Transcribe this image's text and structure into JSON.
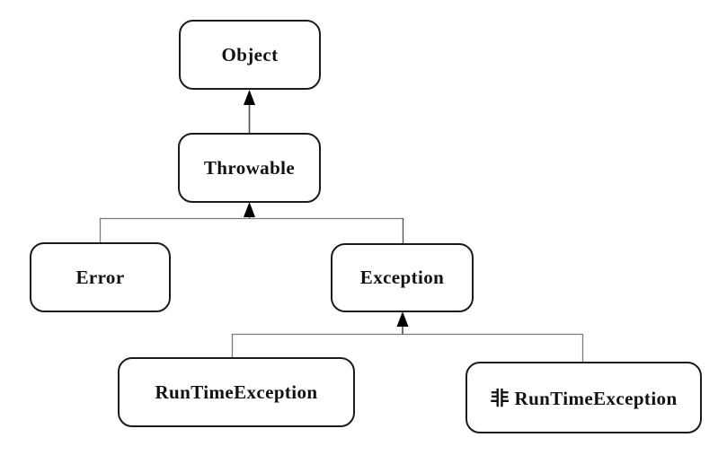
{
  "diagram": {
    "type": "class-hierarchy-tree",
    "nodes": {
      "object": {
        "label": "Object"
      },
      "throwable": {
        "label": "Throwable"
      },
      "error": {
        "label": "Error"
      },
      "exception": {
        "label": "Exception"
      },
      "runtime_exception": {
        "label": "RunTimeException"
      },
      "non_runtime_exception": {
        "label": "非 RunTimeException"
      }
    },
    "edges": [
      {
        "child": "Throwable",
        "parent": "Object",
        "style": "arrow-up"
      },
      {
        "child": "Error",
        "parent": "Throwable",
        "style": "tree-branch"
      },
      {
        "child": "Exception",
        "parent": "Throwable",
        "style": "tree-branch-arrow-up"
      },
      {
        "child": "RunTimeException",
        "parent": "Exception",
        "style": "tree-branch"
      },
      {
        "child": "非 RunTimeException",
        "parent": "Exception",
        "style": "tree-branch-arrow-up"
      }
    ],
    "colors": {
      "background": "#ffffff",
      "node_fill": "#ffffff",
      "node_border": "#1b1b1b",
      "connector_line": "#7a7a7a",
      "arrow_stem": "#4d4d4d",
      "arrowhead": "#000000",
      "text": "#111111"
    }
  }
}
